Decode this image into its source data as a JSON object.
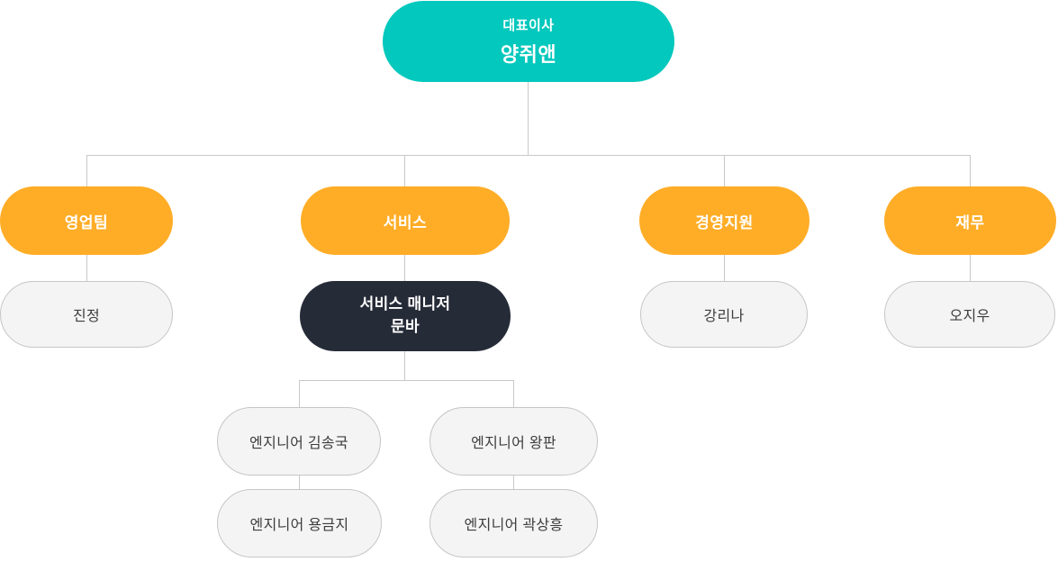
{
  "colors": {
    "ceo": "#02C8BD",
    "department": "#FFAD27",
    "manager": "#262B38",
    "member_fill": "#F4F4F5",
    "member_border": "#C6C6C6",
    "connector": "#C8C8C8",
    "text_light": "#FFFFFF",
    "text_dark": "#3D3D3D"
  },
  "chart": {
    "type": "org-chart",
    "ceo": {
      "title": "대표이사",
      "name": "양쥐앤"
    },
    "departments": [
      {
        "label": "영업팀",
        "members": [
          "진정"
        ]
      },
      {
        "label": "서비스",
        "manager": {
          "title": "서비스 매니저",
          "name": "문바"
        },
        "engineers": [
          "엔지니어 김송국",
          "엔지니어 왕판",
          "엔지니어 용금지",
          "엔지니어 곽상흥"
        ]
      },
      {
        "label": "경영지원",
        "members": [
          "강리나"
        ]
      },
      {
        "label": "재무",
        "members": [
          "오지우"
        ]
      }
    ]
  }
}
